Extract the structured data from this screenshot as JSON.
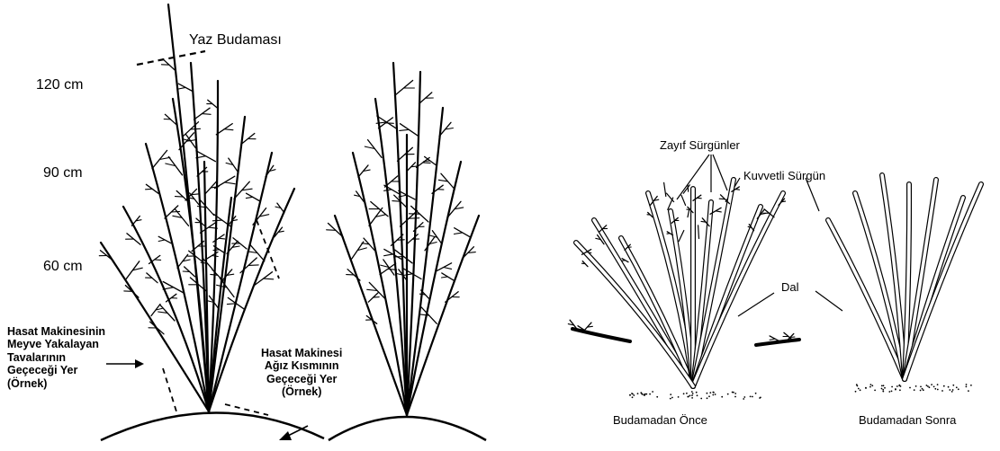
{
  "left_figure": {
    "summer_pruning_label": "Yaz Budaması",
    "height_labels": [
      "120 cm",
      "90 cm",
      "60 cm"
    ],
    "catcher_pan_label": [
      "Hasat Makinesinin",
      "Meyve Yakalayan",
      "Tavalarının",
      "Geçeceği Yer",
      "(Örnek)"
    ],
    "harvester_mouth_label": [
      "Hasat Makinesi",
      "Ağız Kısmının",
      "Geçeceği Yer",
      "(Örnek)"
    ]
  },
  "right_figure": {
    "weak_shoots_label": "Zayıf Sürgünler",
    "strong_shoot_label": "Kuvvetli Sürgün",
    "branch_label": "Dal",
    "before_caption": "Budamadan Önce",
    "after_caption": "Budamadan Sonra"
  },
  "colors": {
    "ink": "#000000",
    "background": "#ffffff"
  }
}
